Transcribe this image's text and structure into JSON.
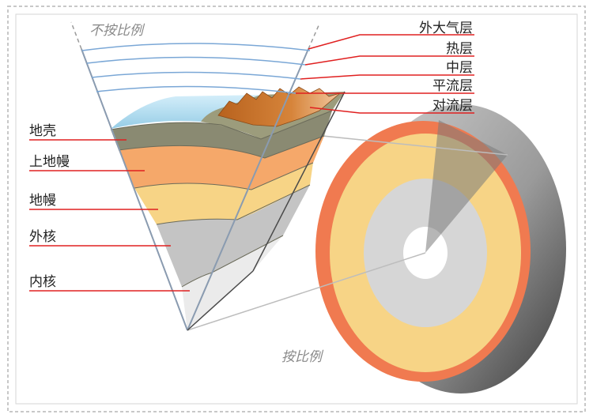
{
  "scale_notes": {
    "not_to_scale": "不按比例",
    "to_scale": "按比例"
  },
  "atmosphere_labels": [
    "外大气层",
    "热层",
    "中层",
    "平流层",
    "对流层"
  ],
  "interior_labels": [
    "地壳",
    "上地幔",
    "地幔",
    "外核",
    "内核"
  ],
  "colors": {
    "leader_line": "#e02020",
    "crust": "#8a8a72",
    "upper_mantle": "#f5a86a",
    "mantle": "#f7d486",
    "outer_core": "#c4c4c4",
    "inner_core": "#ebebeb",
    "ocean": "#a8d8ec",
    "mountain": "#c8782a",
    "atmosphere_line": "#7aa7d6",
    "sphere_orange": "#f07a50",
    "sphere_yellow": "#f7d486"
  }
}
